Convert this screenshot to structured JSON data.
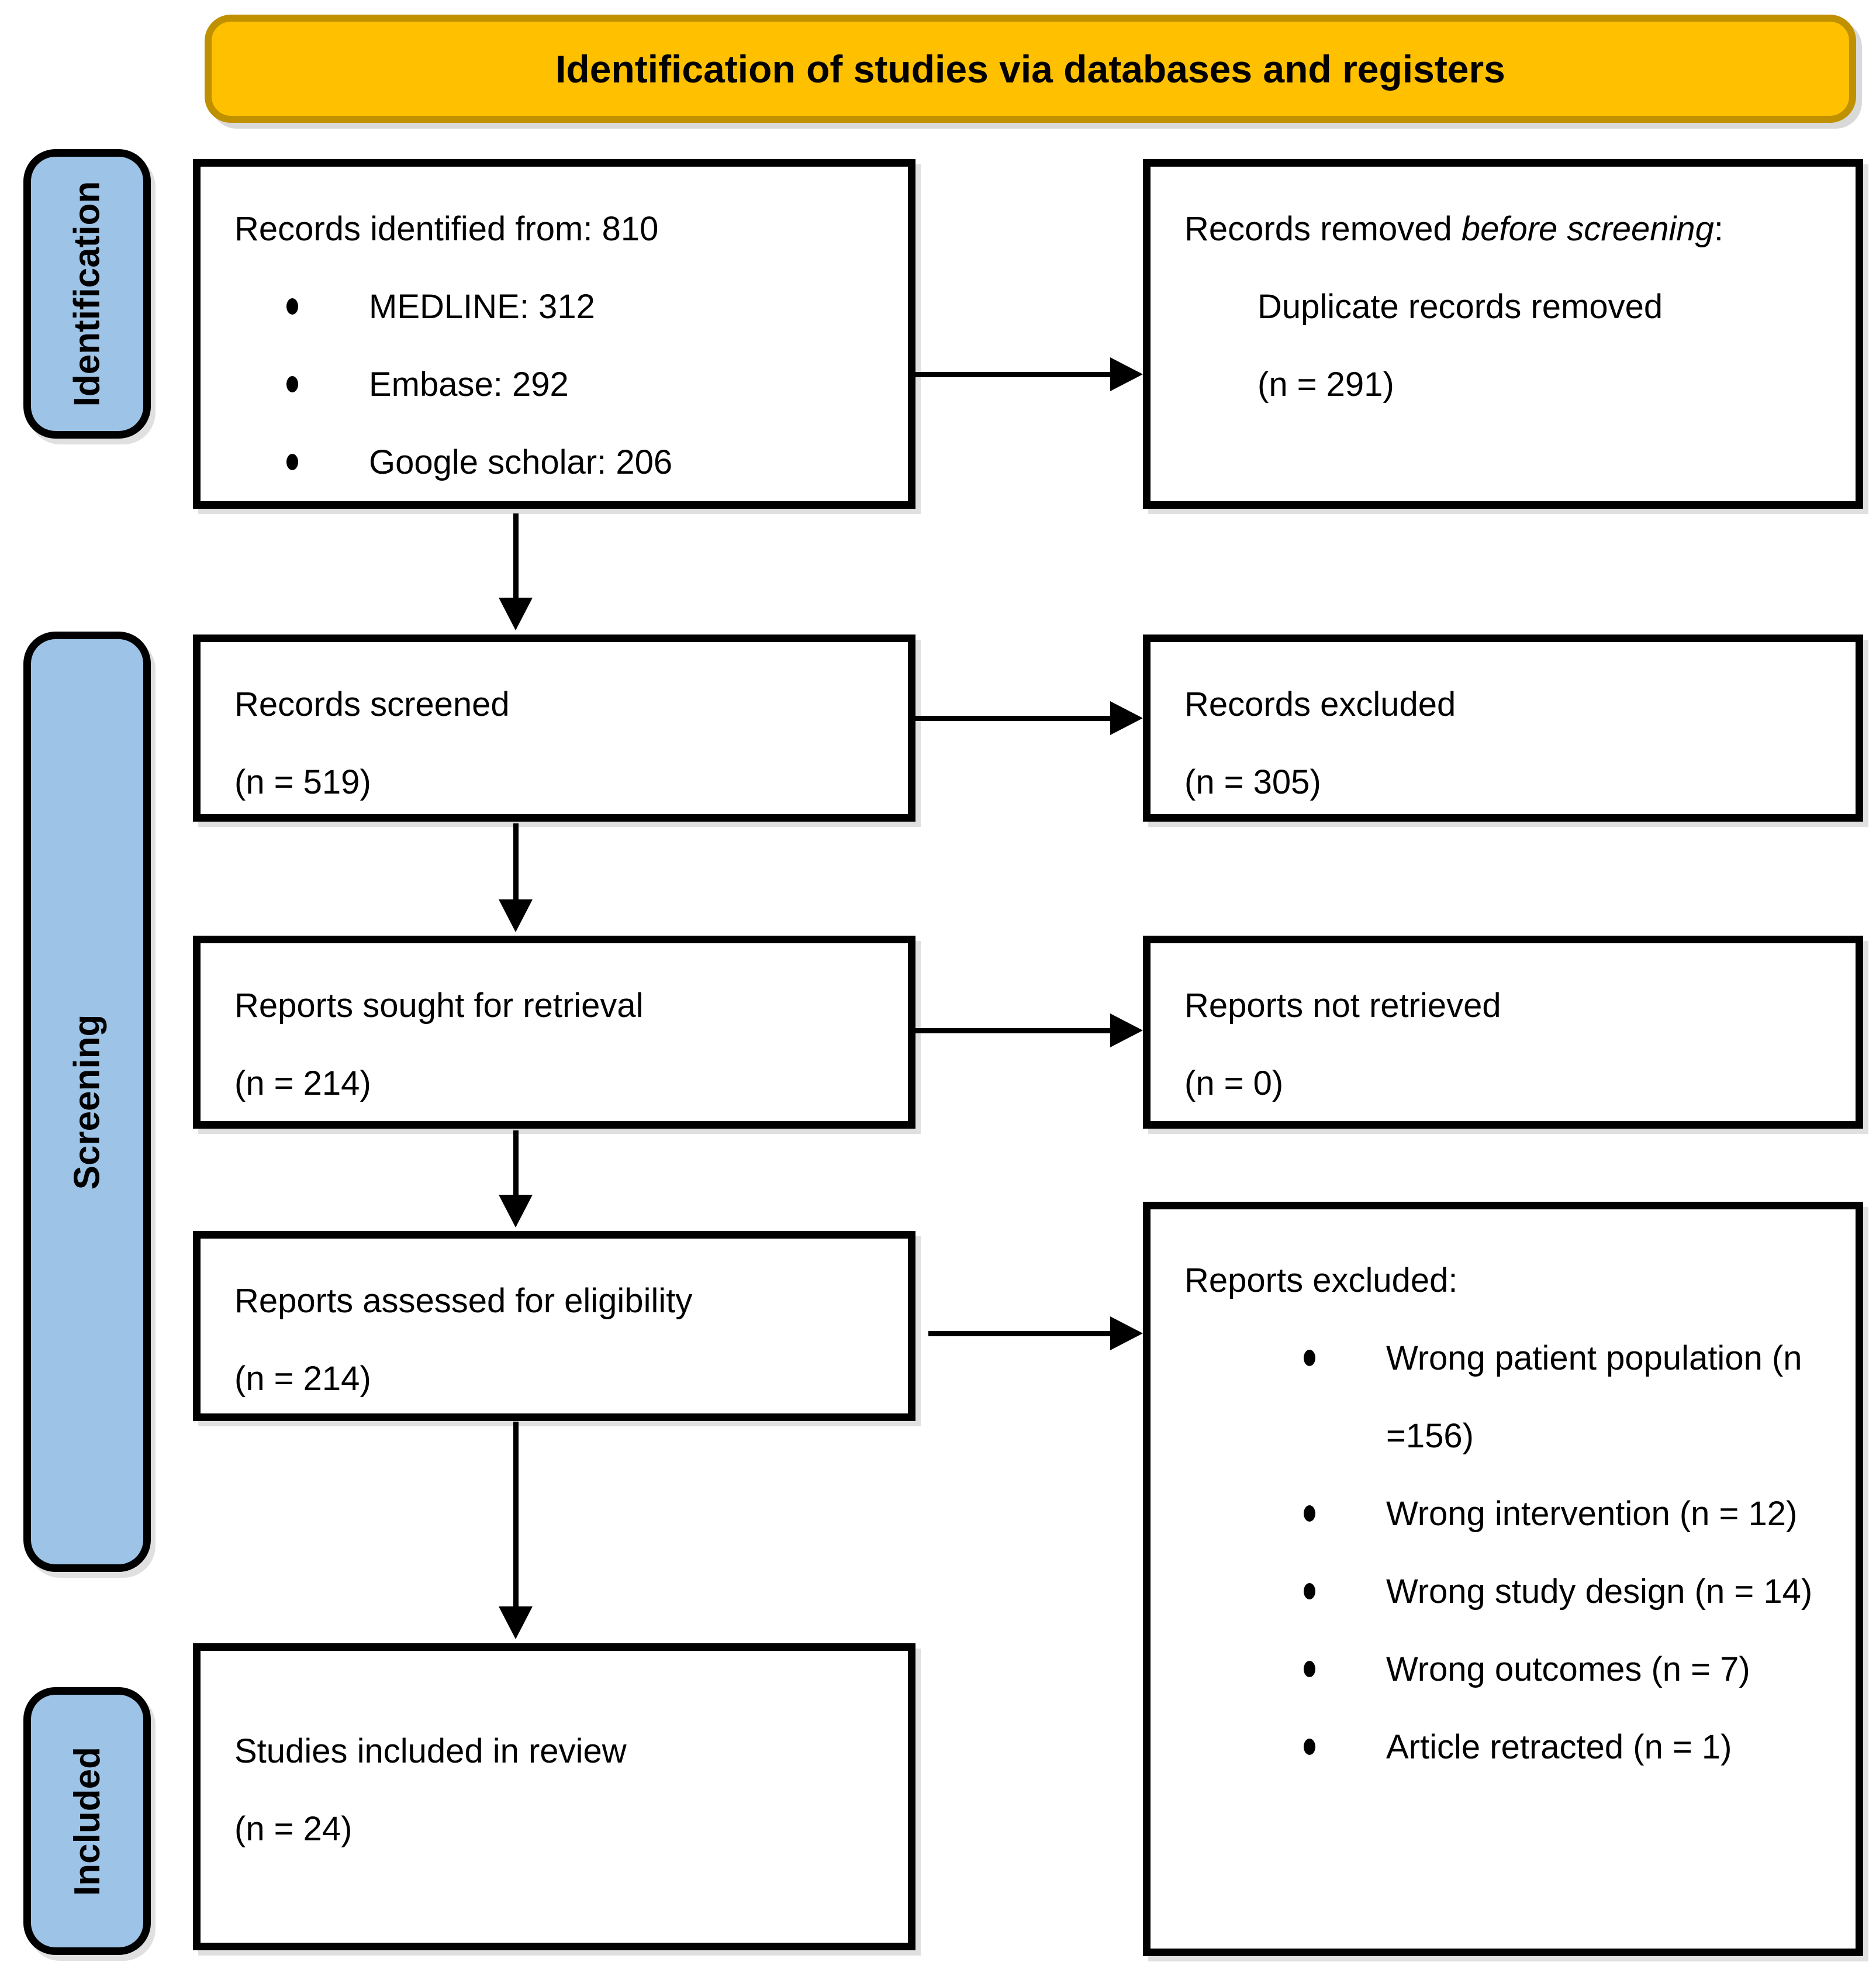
{
  "banner": {
    "title": "Identification of studies via databases and registers"
  },
  "sidebar": {
    "identification_label": "Identification",
    "screening_label": "Screening",
    "included_label": "Included"
  },
  "boxes": {
    "records_identified": {
      "heading": "Records identified from: 810",
      "bullets": [
        "MEDLINE: 312",
        "Embase: 292",
        "Google scholar: 206"
      ]
    },
    "records_removed": {
      "heading_prefix": "Records removed ",
      "heading_italic": "before screening",
      "heading_suffix": ":",
      "line1": "Duplicate records removed",
      "line2": "(n = 291)"
    },
    "records_screened": {
      "line1": "Records screened",
      "line2": "(n = 519)"
    },
    "records_excluded": {
      "line1": "Records excluded",
      "line2": "(n = 305)"
    },
    "reports_sought": {
      "line1": "Reports sought for retrieval",
      "line2": "(n = 214)"
    },
    "reports_not_retrieved": {
      "line1": "Reports not retrieved",
      "line2": "(n = 0)"
    },
    "reports_assessed": {
      "line1": "Reports assessed for eligibility",
      "line2": "(n = 214)"
    },
    "reports_excluded": {
      "heading": "Reports excluded:",
      "bullets": [
        "Wrong patient population (n =156)",
        "Wrong intervention (n = 12)",
        "Wrong study design (n = 14)",
        "Wrong outcomes (n = 7)",
        "Article retracted (n = 1)"
      ]
    },
    "studies_included": {
      "line1": "Studies included in review",
      "line2": "(n = 24)"
    }
  },
  "colors": {
    "banner_fill": "#FFC000",
    "banner_border": "#BF9000",
    "phase_fill": "#9DC3E6",
    "line": "#000000"
  }
}
